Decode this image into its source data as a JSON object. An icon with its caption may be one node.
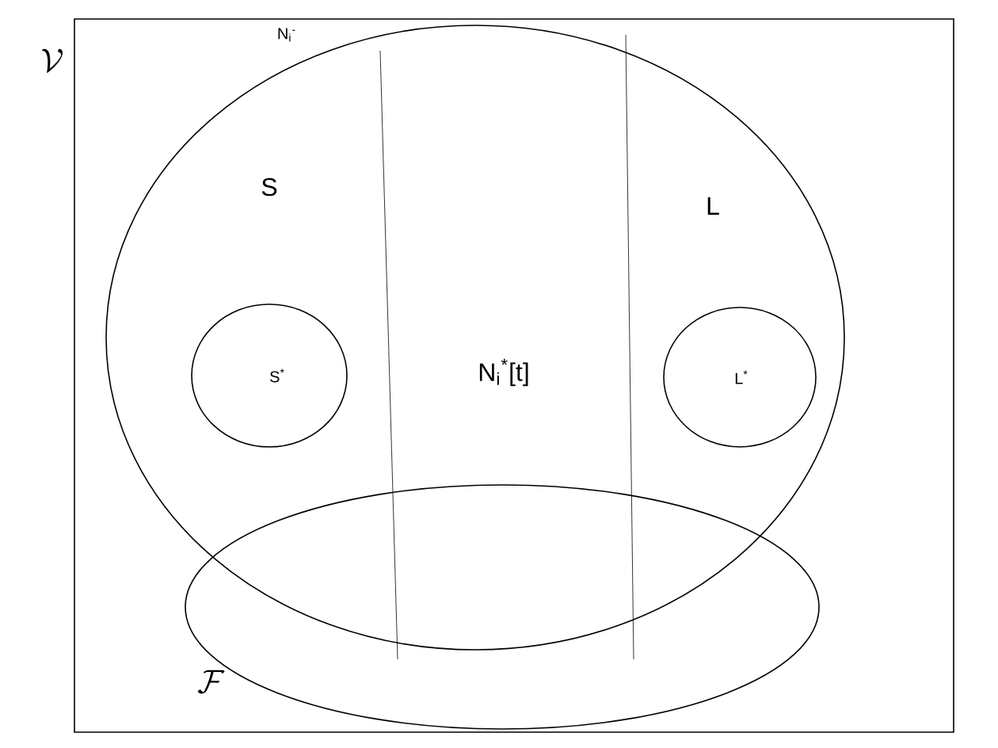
{
  "diagram": {
    "nodes": [
      {
        "text": [
          "\\mathcal{V}"
        ]
      },
      {
        "text": [
          "N$_{i}$$^{-}$"
        ],
        "in": 0
      },
      {
        "text": [
          "S$^{*}$"
        ],
        "in": 1
      },
      {
        "text": [
          "L$^{*}$"
        ],
        "in": 1
      },
      {
        "text": [
          "\\mathcal{F}"
        ],
        "in": 0
      }
    ],
    "labels": [
      "S",
      "L",
      "N$_{i}$$^{*}$[t]"
    ]
  }
}
